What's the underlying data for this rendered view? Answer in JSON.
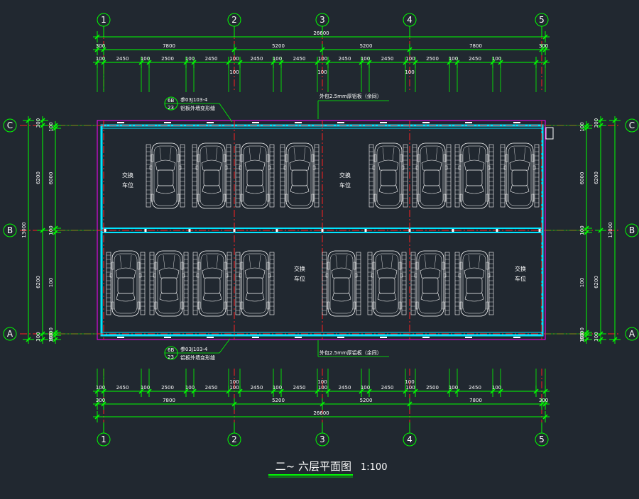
{
  "drawing": {
    "title": "二~ 六层平面图",
    "scale": "1:100",
    "axes_x": [
      "1",
      "2",
      "3",
      "4",
      "5"
    ],
    "axes_y": [
      "C",
      "B",
      "A"
    ],
    "dims": {
      "total_x": "26600",
      "bays_x": [
        "300",
        "7800",
        "5200",
        "5200",
        "7800",
        "300"
      ],
      "cols_x": [
        "100",
        "2450",
        "100",
        "2500",
        "100",
        "2450",
        "100",
        "2450",
        "100",
        "2450",
        "100",
        "2450",
        "100",
        "2450",
        "100",
        "2500",
        "100",
        "2450",
        "100"
      ],
      "mid_x": [
        "100",
        "100",
        "100"
      ],
      "total_y": "13000",
      "bays_y": [
        "300",
        "6200",
        "6200",
        "300"
      ],
      "inner_y": [
        "100",
        "6000",
        "100",
        "100",
        "6000",
        "100"
      ]
    },
    "notes": {
      "cladding": "外包2.5mm厚铝板（余同）",
      "ref_text": "参03J103-4",
      "ref_sub": "铝板外墙变形缝",
      "ref_num_top": "6B",
      "ref_num_bottom": "23"
    },
    "zone_label_line1": "交换",
    "zone_label_line2": "车位"
  },
  "colors": {
    "background": "#212830",
    "dimension": "#00ff00",
    "frame": "#00e5ff",
    "axis": "#ff2020",
    "outline": "#ff00ff",
    "car": "#ffffff",
    "text": "#ffffff"
  }
}
